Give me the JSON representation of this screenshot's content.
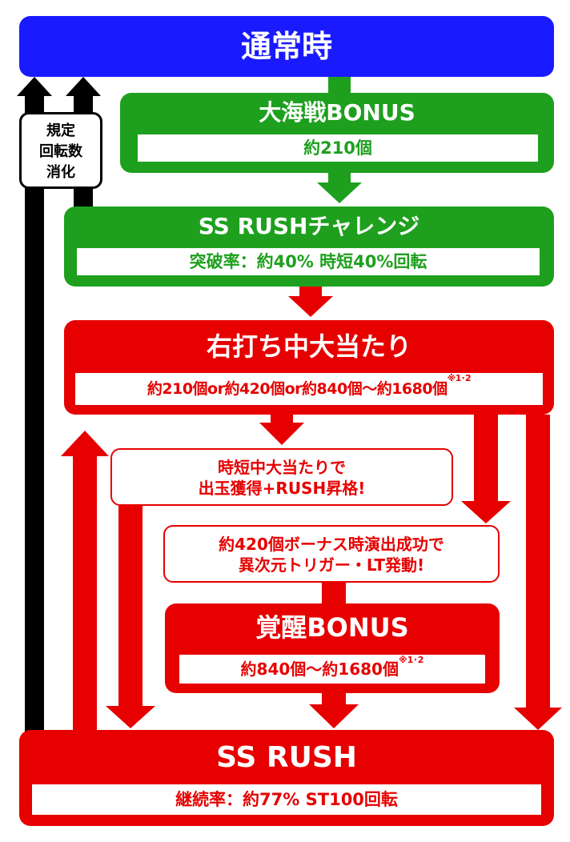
{
  "normal": {
    "title": "通常時"
  },
  "rule_box": {
    "lines": [
      "規定",
      "回転数",
      "消化"
    ]
  },
  "daikaisen": {
    "title": "大海戦BONUS",
    "detail": "約210個"
  },
  "challenge": {
    "title": "SS RUSHチャレンジ",
    "detail": "突破率：約40% 時短40%回転"
  },
  "right_hit": {
    "title": "右打ち中大当たり",
    "detail": "約210個or約420個or約840個～約1680個",
    "footnote": "※1･2"
  },
  "note_jitan": {
    "lines": [
      "時短中大当たりで",
      "出玉獲得+RUSH昇格!"
    ]
  },
  "note_trigger": {
    "lines": [
      "約420個ボーナス時演出成功で",
      "異次元トリガー・LT発動!"
    ]
  },
  "kakusei": {
    "title": "覚醒BONUS",
    "detail": "約840個～約1680個",
    "footnote": "※1･2"
  },
  "ss_rush": {
    "title": "SS RUSH",
    "detail": "継続率：約77% ST100回転"
  },
  "colors": {
    "blue": "#1a1aff",
    "green": "#1ea01e",
    "red": "#e60000",
    "black": "#000000"
  }
}
